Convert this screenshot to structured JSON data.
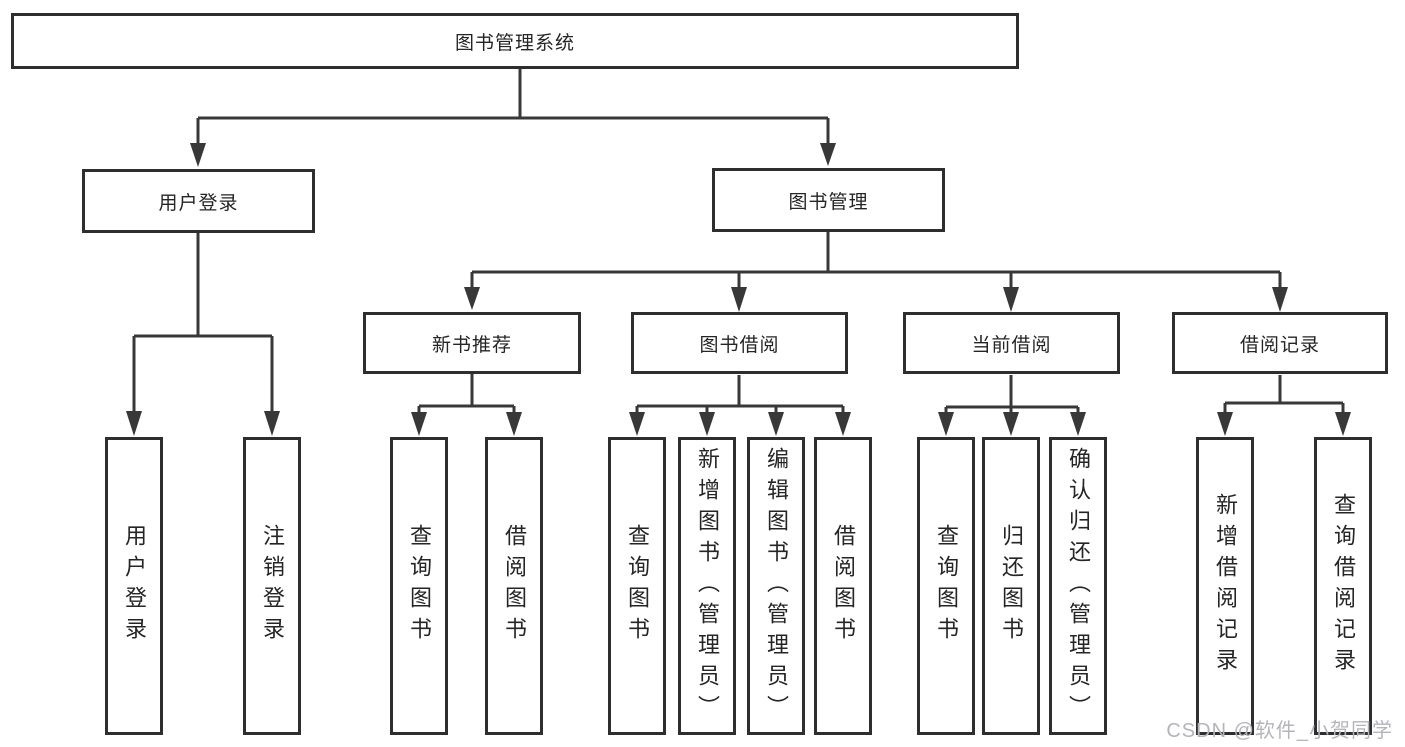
{
  "nodes": {
    "root": "图书管理系统",
    "user_login": "用户登录",
    "book_mgmt": "图书管理",
    "new_book_rec": "新书推荐",
    "book_borrow": "图书借阅",
    "current_borrow": "当前借阅",
    "borrow_records": "借阅记录",
    "leaf_user_login": "用户登录",
    "leaf_logout": "注销登录",
    "leaf_query_book_rec": "查询图书",
    "leaf_borrow_book_rec": "借阅图书",
    "leaf_query_book_borrow": "查询图书",
    "leaf_add_book": "新增图书（管理员）",
    "leaf_edit_book": "编辑图书（管理员）",
    "leaf_borrow_book_borrow": "借阅图书",
    "leaf_query_book_current": "查询图书",
    "leaf_return_book": "归还图书",
    "leaf_confirm_return": "确认归还（管理员）",
    "leaf_add_borrow_record": "新增借阅记录",
    "leaf_query_borrow_record": "查询借阅记录"
  },
  "watermark": "CSDN @软件_小贺同学",
  "colors": {
    "line": "#383838",
    "border": "#2e2e2e",
    "watermark": "#b4b4ba"
  }
}
